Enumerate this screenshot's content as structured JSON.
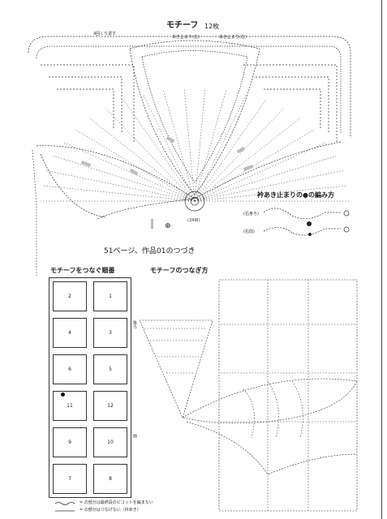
{
  "motif": {
    "title": "モチーフ",
    "count": "12枚",
    "repeat_note": "4回くり返す",
    "stop_left": "あき止まり(右)",
    "stop_right": "あき止まり(左)",
    "center_label": "(24目)",
    "start_symbol": "⊕"
  },
  "collar": {
    "title": "衿あき止まりの●の編み方",
    "right_front": "(右身ろ)",
    "left_front": "(右前)"
  },
  "continued": "51ページ、作品01のつづき",
  "join_order": {
    "title": "モチーフをつなぐ順番",
    "back_label": "後ろ",
    "front_label": "前",
    "cells": [
      {
        "left": "2",
        "right": "1"
      },
      {
        "left": "4",
        "right": "3"
      },
      {
        "left": "6",
        "right": "5"
      },
      {
        "left": "11",
        "right": "12"
      },
      {
        "left": "9",
        "right": "10"
      },
      {
        "left": "7",
        "right": "8"
      }
    ]
  },
  "join_method": {
    "title": "モチーフのつなぎ方"
  },
  "legend": {
    "line1": "= の部分は最終段のピコットを編まない",
    "line2": "= の部分はつなげない（衿あき）"
  },
  "colors": {
    "line": "#333333",
    "gray_mark": "#bdbdbd"
  }
}
